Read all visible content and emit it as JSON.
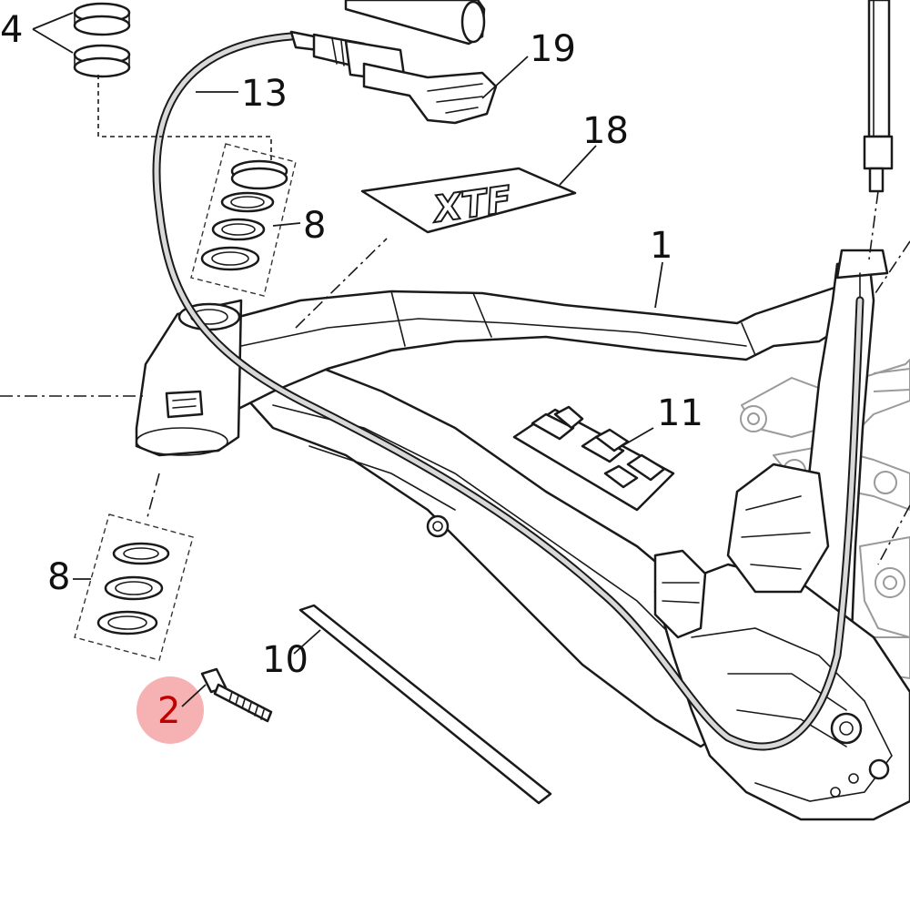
{
  "diagram": {
    "callouts": [
      {
        "id": "4",
        "label": "4",
        "highlighted": false
      },
      {
        "id": "19",
        "label": "19",
        "highlighted": false
      },
      {
        "id": "13",
        "label": "13",
        "highlighted": false
      },
      {
        "id": "18",
        "label": "18",
        "highlighted": false
      },
      {
        "id": "8a",
        "label": "8",
        "highlighted": false
      },
      {
        "id": "1",
        "label": "1",
        "highlighted": false
      },
      {
        "id": "11",
        "label": "11",
        "highlighted": false
      },
      {
        "id": "8b",
        "label": "8",
        "highlighted": false
      },
      {
        "id": "10",
        "label": "10",
        "highlighted": false
      },
      {
        "id": "2",
        "label": "2",
        "highlighted": true
      }
    ],
    "decal_text": "XTF",
    "colors": {
      "line": "#1a1a1a",
      "frame_grey": "#9a9a9a",
      "highlight_circle": "#f4a3a6",
      "highlight_text": "#c00000",
      "background": "#ffffff"
    }
  }
}
